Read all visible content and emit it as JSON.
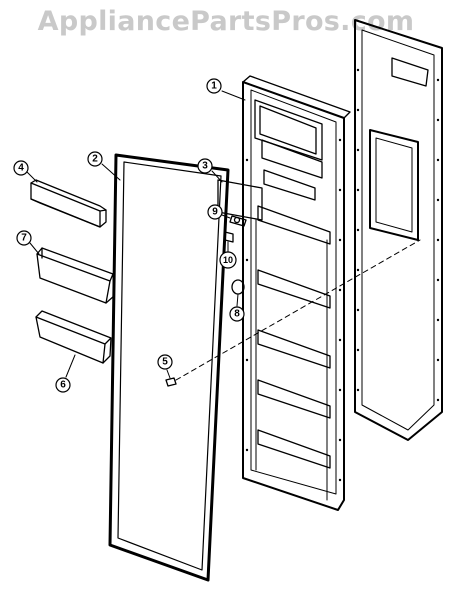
{
  "watermark": "AppliancePartsPros.com",
  "callouts": [
    {
      "id": "1",
      "label": "1"
    },
    {
      "id": "2",
      "label": "2"
    },
    {
      "id": "3",
      "label": "3"
    },
    {
      "id": "4",
      "label": "4"
    },
    {
      "id": "5",
      "label": "5"
    },
    {
      "id": "6",
      "label": "6"
    },
    {
      "id": "7",
      "label": "7"
    },
    {
      "id": "8",
      "label": "8"
    },
    {
      "id": "9",
      "label": "9"
    },
    {
      "id": "10",
      "label": "10"
    }
  ],
  "colors": {
    "line": "#000000",
    "watermark": "#c9c9c9",
    "background": "#ffffff"
  }
}
